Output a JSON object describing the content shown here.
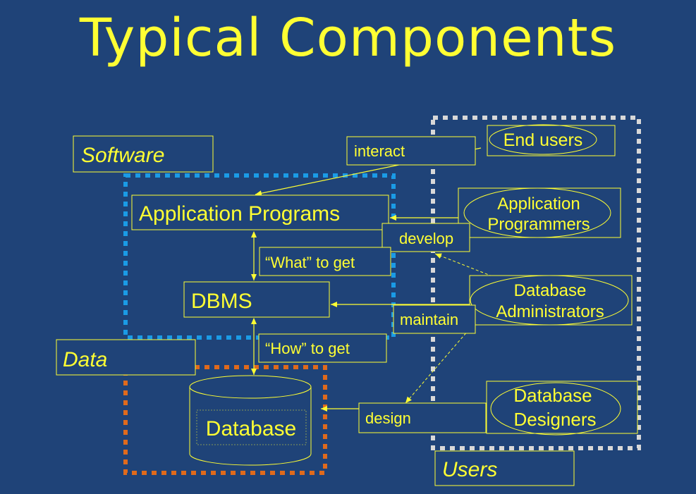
{
  "title": "Typical Components",
  "groups": {
    "software": "Software",
    "data": "Data",
    "users": "Users"
  },
  "components": {
    "application_programs": "Application Programs",
    "dbms": "DBMS",
    "database": "Database"
  },
  "users": {
    "end_users": "End users",
    "app_programmers_1": "Application",
    "app_programmers_2": "Programmers",
    "db_admins_1": "Database",
    "db_admins_2": "Administrators",
    "db_designers_1": "Database",
    "db_designers_2": "Designers"
  },
  "relations": {
    "interact": "interact",
    "develop": "develop",
    "what_to_get": "“What” to get",
    "maintain": "maintain",
    "how_to_get": "“How” to get",
    "design": "design"
  },
  "colors": {
    "background": "#1f4378",
    "text": "#ffff33",
    "software_border": "#1a9be6",
    "data_border": "#e06a1c",
    "users_border": "#d8d8d8"
  }
}
